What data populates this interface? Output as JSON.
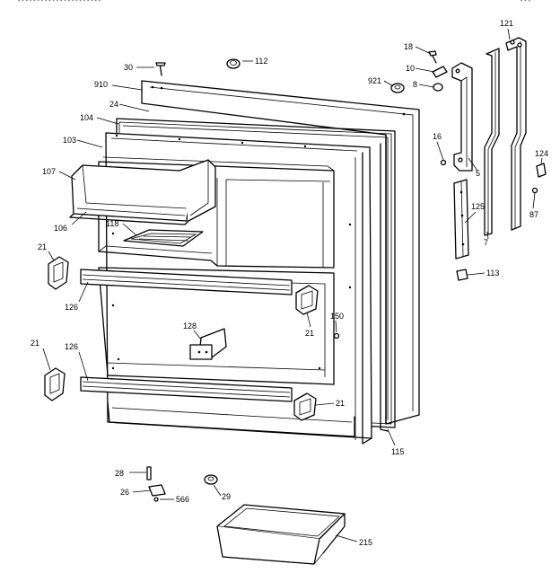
{
  "header_fragment": "- - - - - - - - - - - - - - - - - - - - - -",
  "corner_fragment": "- - -",
  "callouts": {
    "c30": "30",
    "c112": "112",
    "c910": "910",
    "c24": "24",
    "c104": "104",
    "c103": "103",
    "c107": "107",
    "c106": "106",
    "c118": "118",
    "c21a": "21",
    "c126a": "126",
    "c128": "128",
    "c21b": "21",
    "c126b": "126",
    "c150": "150",
    "c21c": "21",
    "c21d": "21",
    "c115": "115",
    "c18": "18",
    "c10": "10",
    "c921": "921",
    "c8": "8",
    "c16": "16",
    "c5": "5",
    "c121": "121",
    "c124": "124",
    "c125": "125",
    "c87": "87",
    "c7": "7",
    "c113": "113",
    "c28": "28",
    "c26": "26",
    "c566": "566",
    "c29": "29",
    "c215": "215"
  }
}
